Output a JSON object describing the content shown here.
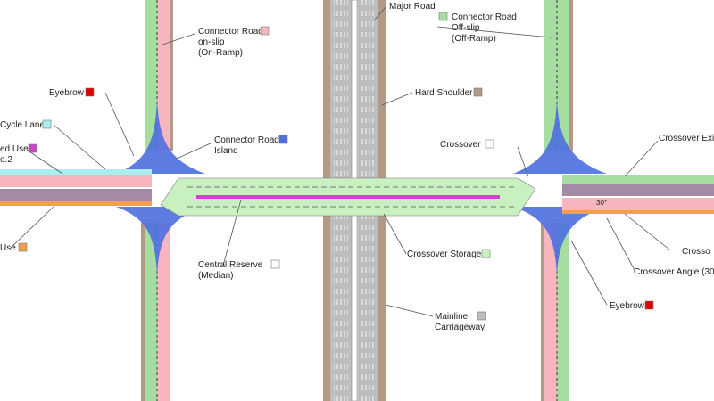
{
  "colors": {
    "pink": "#f7b6bd",
    "green": "#a6dda0",
    "lightgreen": "#c8f0c0",
    "blue": "#4c6fe0",
    "brown": "#b49a86",
    "grey": "#bdbdbd",
    "purple": "#a58aa5",
    "orange": "#f0a050",
    "magenta": "#cc44cc",
    "cyan": "#a8eeee",
    "red": "#e00000"
  },
  "legend": {
    "connector_road_onslip": [
      "Connector Road",
      "on-slip",
      "(On-Ramp)"
    ],
    "major_road": "Major Road",
    "connector_road_offslip": [
      "Connector Road",
      "Off-slip",
      "(Off-Ramp)"
    ],
    "eyebrow_left": "Eyebrow",
    "hard_shoulder": "Hard Shoulder",
    "cycle_lane": "Cycle Lane",
    "connector_road_island": [
      "Connector Road",
      "Island"
    ],
    "shared_use_partial": [
      "ed Use",
      "o.2"
    ],
    "crossover": "Crossover",
    "crossover_exit": "Crossover Exit",
    "use_partial": "Use",
    "crossover_storage": "Crossover Storage",
    "crosso_partial": "Crosso",
    "central_reserve": [
      "Central Reserve",
      "(Median)"
    ],
    "crossover_angle": "Crossover Angle (30",
    "angle_marker": "30°",
    "eyebrow_right": "Eyebrow",
    "mainline_carriageway": [
      "Mainline",
      "Carriageway"
    ]
  }
}
